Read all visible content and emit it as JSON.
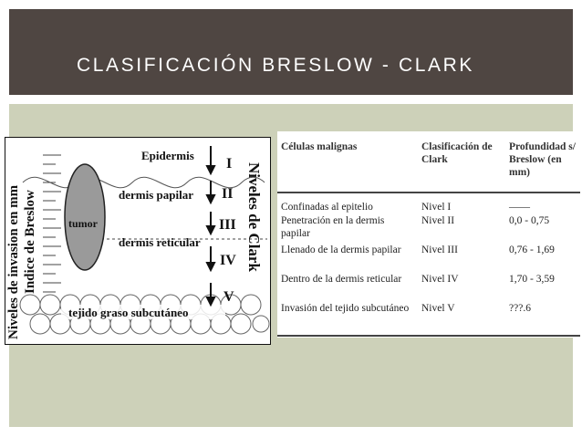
{
  "slide": {
    "title": "CLASIFICACIÓN BRESLOW - CLARK"
  },
  "diagram": {
    "left_label_1": "Niveles de invasion en mm",
    "left_label_2": "Indice de Breslow",
    "right_label": "Niveles de Clark",
    "layers": [
      "Epidermis",
      "dermis papilar",
      "dermis reticular",
      "tejido graso subcutáneo"
    ],
    "tumor_label": "tumor",
    "levels": [
      "I",
      "II",
      "III",
      "IV",
      "V"
    ],
    "colors": {
      "tumor": "#9a9a9a",
      "border": "#111111"
    }
  },
  "table": {
    "headers": [
      "Células malignas",
      "Clasificación de Clark",
      "Profundidad s/ Breslow (en mm)"
    ],
    "rows": [
      [
        "Confinadas al epitelio",
        "Nivel I",
        "——"
      ],
      [
        "Penetración en la dermis papilar",
        "Nivel II",
        "0,0 - 0,75"
      ],
      [
        "Llenado de la dermis papilar",
        "Nivel III",
        "0,76 - 1,69"
      ],
      [
        "Dentro de la dermis reticular",
        "Nivel IV",
        "1,70 - 3,59"
      ],
      [
        "Invasión del tejido subcutáneo",
        "Nivel V",
        "???.6"
      ]
    ]
  }
}
